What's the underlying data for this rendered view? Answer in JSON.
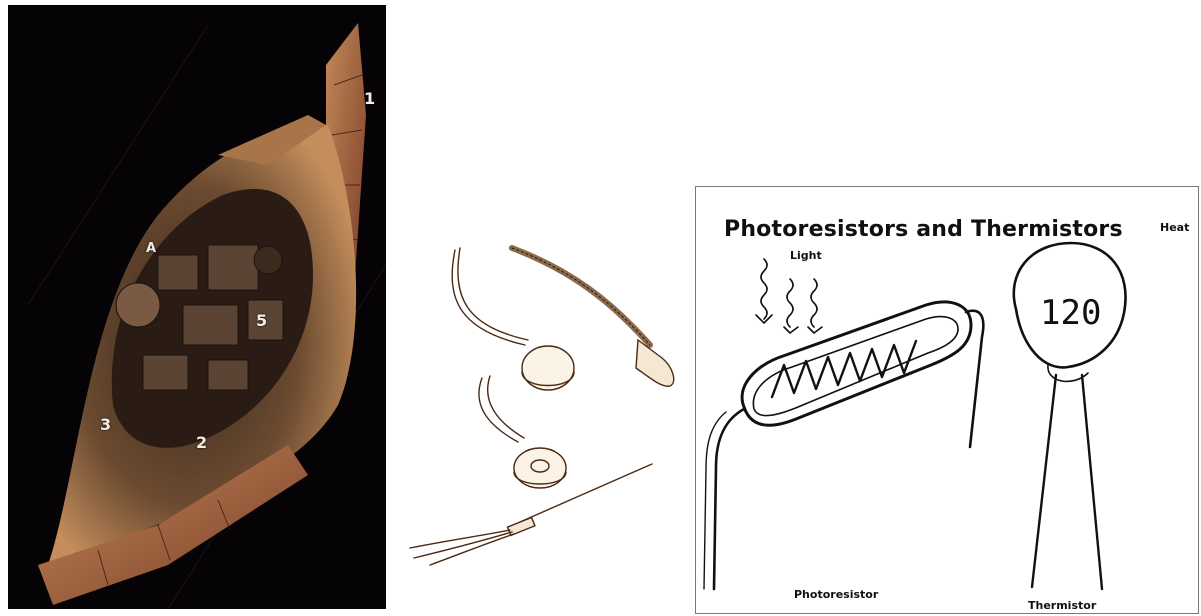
{
  "left_figure": {
    "callouts": [
      "1",
      "2",
      "3",
      "A",
      "5"
    ],
    "colors": {
      "background": "#050306",
      "hull": "#b07a4a",
      "panel_red": "#8a3a2c"
    }
  },
  "middle_figure": {
    "items": [
      "wire-lead-sensor",
      "glass-bead-probe",
      "washer-thermistor",
      "probe-with-leads"
    ]
  },
  "right_figure": {
    "title": "Photoresistors and Thermistors",
    "labels": {
      "light": "Light",
      "heat": "Heat",
      "photoresistor": "Photoresistor",
      "thermistor": "Thermistor",
      "thermistor_marking": "120"
    }
  }
}
